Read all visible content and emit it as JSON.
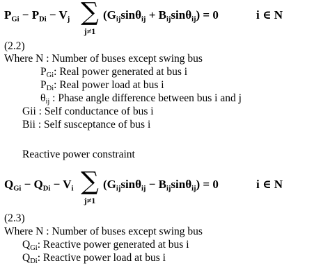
{
  "eq1": {
    "lhs_html": "P<sub>Gi</sub> − P<sub>Di</sub> − V<sub>j</sub>",
    "sigma_sub": "j≠1",
    "rhs_html": "(G<sub>ij</sub>sinθ<sub>ij</sub> + B<sub>ij</sub>sinθ<sub>ij</sub>) = 0",
    "cond": "i ∈ N",
    "number": "(2.2)"
  },
  "eq2": {
    "lhs_html": "Q<sub>Gi</sub> − Q<sub>Di</sub> − V<sub>i</sub>",
    "sigma_sub": "j≠1",
    "rhs_html": "(G<sub>ij</sub>sinθ<sub>ij</sub> − B<sub>ij</sub>sinθ<sub>ij</sub>) = 0",
    "cond": "i ∈ N",
    "number": "(2.3)"
  },
  "defs1": {
    "where": "Where N  : Number of buses except swing bus",
    "items": [
      {
        "sym": "P",
        "sub": "Gi",
        "text": ": Real power generated at bus i"
      },
      {
        "sym": "P",
        "sub": "Di",
        "text": ": Real power load at bus i"
      },
      {
        "sym": "θ",
        "sub": "ij",
        "text": " : Phase angle difference between bus i and j"
      }
    ],
    "extra": [
      "Gii : Self conductance of bus i",
      "Bii : Self susceptance of bus i"
    ]
  },
  "section_title": "Reactive power constraint",
  "defs2": {
    "where": "Where N  : Number of buses except swing bus",
    "items": [
      {
        "sym": "Q",
        "sub": "Gi",
        "text": ": Reactive power generated at bus i"
      },
      {
        "sym": "Q",
        "sub": "Di",
        "text": ": Reactive power load at bus i"
      }
    ]
  }
}
